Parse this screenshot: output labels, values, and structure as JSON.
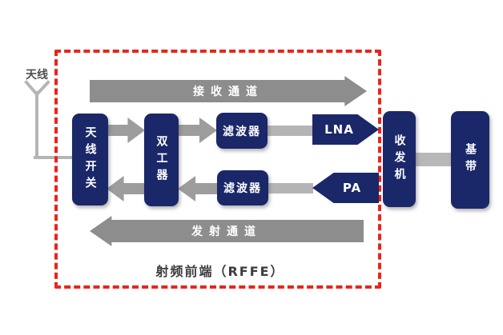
{
  "diagram": {
    "antenna_label": "天线",
    "region_label": "射频前端（RFFE）",
    "receive_channel_label": "接收通道",
    "transmit_channel_label": "发射通道",
    "blocks": {
      "antenna_switch": "天线开关",
      "duplexer": "双工器",
      "filter_rx": "滤波器",
      "filter_tx": "滤波器",
      "lna": "LNA",
      "pa": "PA",
      "transceiver": "收发机",
      "baseband": "基带"
    },
    "colors": {
      "block_fill": "#1a2769",
      "channel_arrow": "#8d8d8d",
      "link_arrow": "#9d9d9d",
      "connector": "#b4b4b4",
      "frame_red": "#e8251a",
      "antenna_line": "#b5b5b5",
      "background": "#ffffff"
    }
  }
}
